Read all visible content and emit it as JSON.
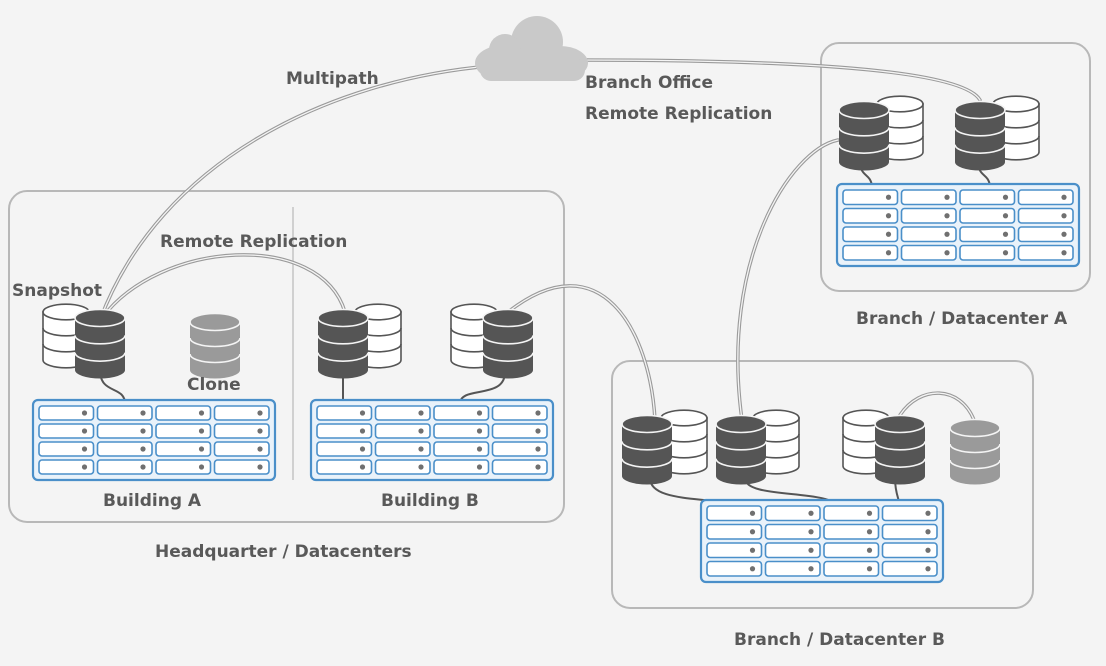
{
  "labels": {
    "multipath": "Multipath",
    "branch_office": "Branch Office",
    "remote_replication_top": "Remote Replication",
    "remote_replication": "Remote Replication",
    "snapshot": "Snapshot",
    "clone": "Clone",
    "building_a": "Building A",
    "building_b": "Building B",
    "headquarter": "Headquarter  / Datacenters",
    "branch_a": "Branch / Datacenter A",
    "branch_b": "Branch / Datacenter B"
  },
  "colors": {
    "background": "#f4f4f4",
    "region_border": "#b8b8b8",
    "label_text": "#595959",
    "cloud": "#c9c9c9",
    "disk_dark": "#555555",
    "disk_light": "#ffffff",
    "disk_clone": "#9a9a9a",
    "array_border": "#4a8fc9",
    "array_fill": "#e9f2fa",
    "link": "#9a9a9a"
  },
  "icons": {
    "cloud": "cloud-icon",
    "storage": "database-icon",
    "array": "storage-array-icon"
  }
}
